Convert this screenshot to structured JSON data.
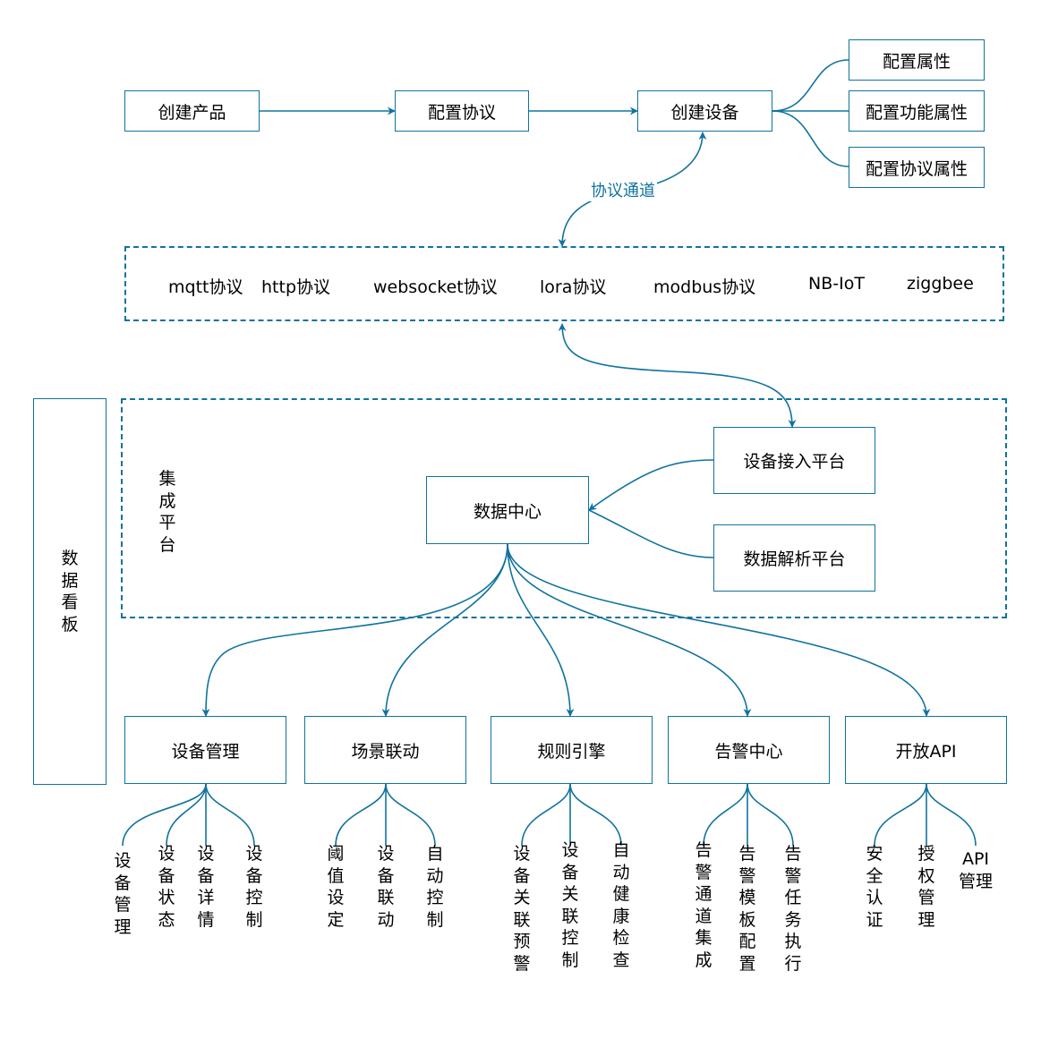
{
  "colors": {
    "stroke": "#10739e",
    "text": "#000000",
    "background": "#ffffff"
  },
  "flow": {
    "create_product": "创建产品",
    "config_protocol": "配置协议",
    "create_device": "创建设备",
    "config_attr": "配置属性",
    "config_func_attr": "配置功能属性",
    "config_protocol_attr": "配置协议属性",
    "channel_label": "协议通道"
  },
  "protocols": [
    "mqtt协议",
    "http协议",
    "websocket协议",
    "lora协议",
    "modbus协议",
    "NB-IoT",
    "ziggbee"
  ],
  "dashboard": "数据看板",
  "platform": {
    "label": "集成平台",
    "data_center": "数据中心",
    "device_access": "设备接入平台",
    "data_parse": "数据解析平台"
  },
  "modules": [
    {
      "name": "设备管理",
      "children": [
        "设备管理",
        "设备状态",
        "设备详情",
        "设备控制"
      ]
    },
    {
      "name": "场景联动",
      "children": [
        "阈值设定",
        "设备联动",
        "自动控制"
      ]
    },
    {
      "name": "规则引擎",
      "children": [
        "设备关联预警",
        "设备关联控制",
        "自动健康检查"
      ]
    },
    {
      "name": "告警中心",
      "children": [
        "告警通道集成",
        "告警模板配置",
        "告警任务执行"
      ]
    },
    {
      "name": "开放API",
      "children": [
        "安全认证",
        "授权管理",
        "API管理"
      ]
    }
  ]
}
